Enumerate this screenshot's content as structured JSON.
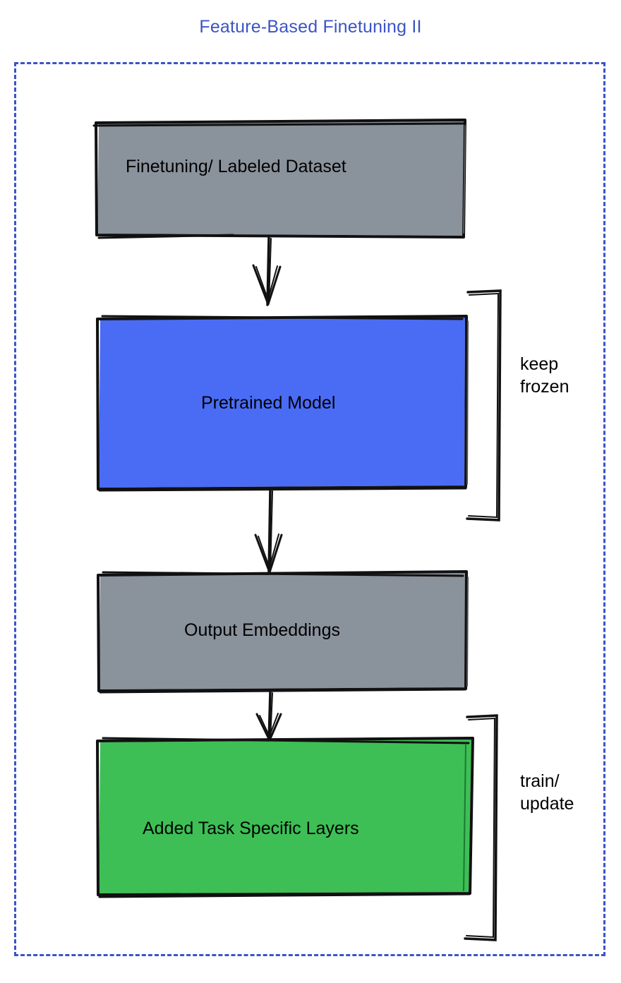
{
  "diagram": {
    "title": "Feature-Based Finetuning II",
    "title_color": "#3b54c4",
    "frame": {
      "style": "dashed",
      "color": "#3b54c4"
    },
    "nodes": [
      {
        "id": "dataset",
        "label": "Finetuning/ Labeled Dataset",
        "fill": "#8a929c",
        "text_color": "#000000",
        "shape": "rectangle"
      },
      {
        "id": "pretrained-model",
        "label": "Pretrained Model",
        "fill": "#4a6cf5",
        "text_color": "#000000",
        "shape": "rectangle"
      },
      {
        "id": "output-embeddings",
        "label": "Output Embeddings",
        "fill": "#8a929c",
        "text_color": "#000000",
        "shape": "rectangle"
      },
      {
        "id": "task-layers",
        "label": "Added Task Specific Layers",
        "fill": "#3dbf55",
        "text_color": "#000000",
        "shape": "rectangle"
      }
    ],
    "annotations": [
      {
        "id": "keep-frozen",
        "label": "keep\nfrozen",
        "target": "pretrained-model"
      },
      {
        "id": "train-update",
        "label": "train/\nupdate",
        "target": "task-layers"
      }
    ],
    "edges": [
      {
        "from": "dataset",
        "to": "pretrained-model",
        "arrow": "down"
      },
      {
        "from": "pretrained-model",
        "to": "output-embeddings",
        "arrow": "down"
      },
      {
        "from": "output-embeddings",
        "to": "task-layers",
        "arrow": "down"
      }
    ]
  }
}
